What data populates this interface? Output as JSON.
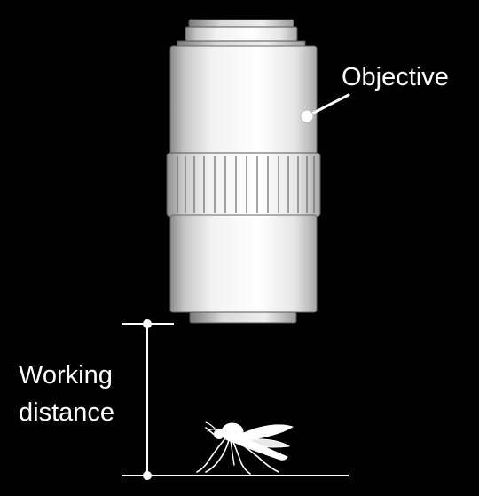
{
  "labels": {
    "objective": "Objective",
    "working_distance_line1": "Working",
    "working_distance_line2": "distance"
  },
  "colors": {
    "background": "#000000",
    "line": "#ffffff",
    "lens_body_light": "#ffffff",
    "lens_body_shadow": "#9a9a9a",
    "insect": "#ffffff"
  },
  "icons": {
    "specimen": "mosquito-icon"
  }
}
